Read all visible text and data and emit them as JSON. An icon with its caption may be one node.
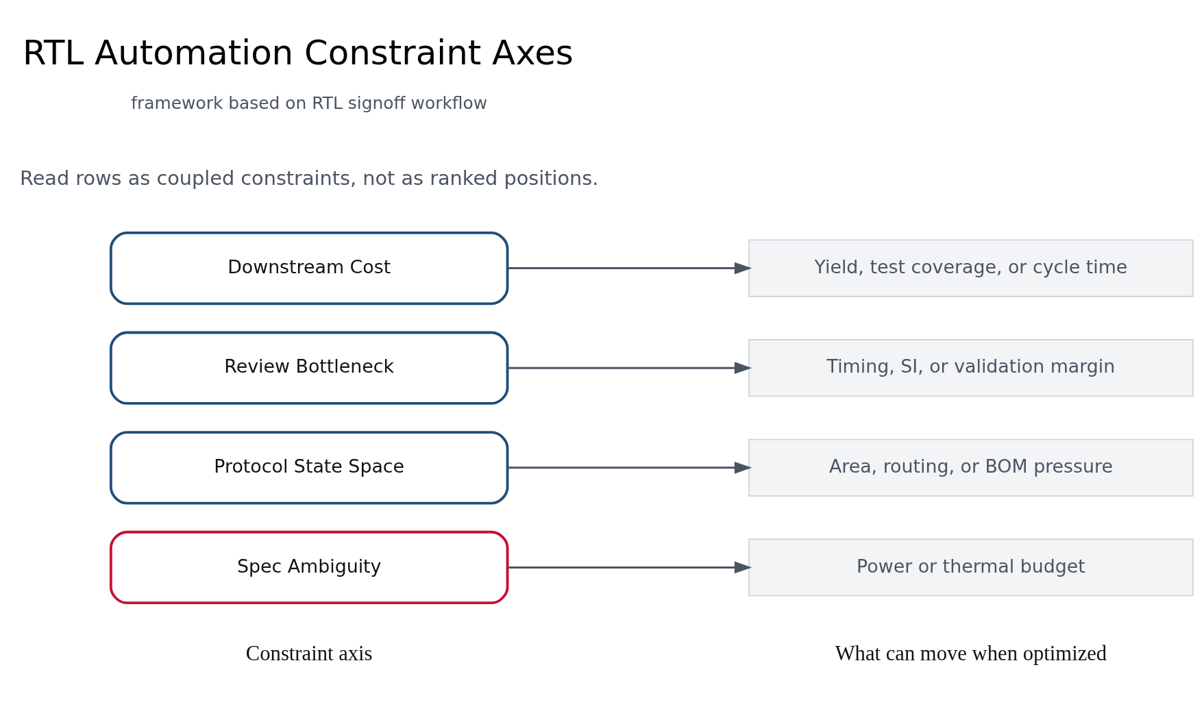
{
  "diagram": {
    "title": "RTL Automation Constraint Axes",
    "caption": "framework based on RTL signoff workflow",
    "nodes": [
      {
        "text": [
          "Spec Ambiguity"
        ]
      },
      {
        "text": [
          "Protocol State Space"
        ]
      },
      {
        "text": [
          "Review Bottleneck"
        ]
      },
      {
        "text": [
          "Downstream Cost"
        ]
      },
      {
        "text": [
          "Power or thermal budget"
        ]
      },
      {
        "text": [
          "Area, routing, or BOM pressure"
        ]
      },
      {
        "text": [
          "Timing, SI, or validation margin"
        ]
      },
      {
        "text": [
          "Yield, test coverage, or cycle time"
        ]
      }
    ],
    "edges": [
      {
        "from": 0,
        "to": 4,
        "arrow": "to"
      },
      {
        "from": 1,
        "to": 5,
        "arrow": "to"
      },
      {
        "from": 2,
        "to": 6,
        "arrow": "to"
      },
      {
        "from": 3,
        "to": 7,
        "arrow": "to"
      }
    ],
    "labels": [
      "Constraint axis",
      "What can move when optimized",
      "Read rows as coupled constraints, not as ranked positions."
    ]
  }
}
